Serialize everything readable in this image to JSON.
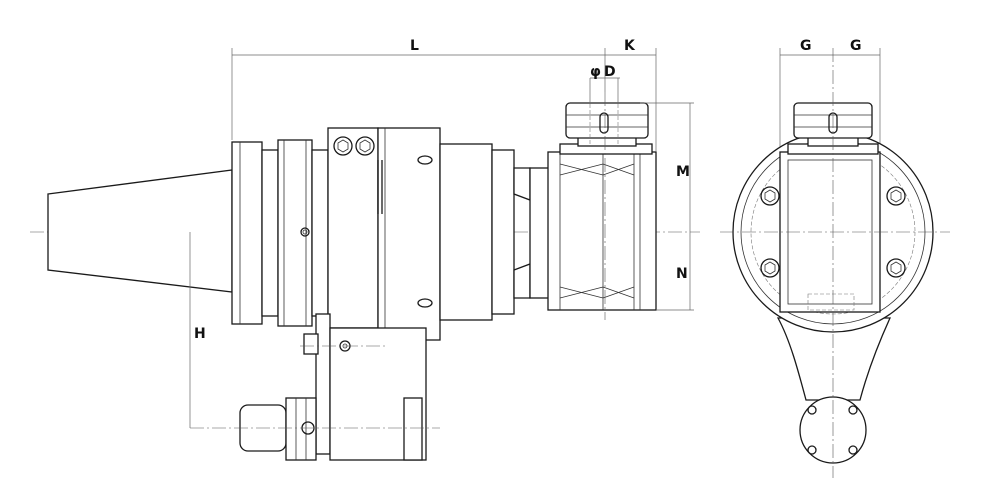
{
  "labels": {
    "L": "L",
    "K": "K",
    "phi": "φ",
    "D": "D",
    "M": "M",
    "N": "N",
    "H": "H",
    "G_left": "G",
    "G_right": "G"
  }
}
